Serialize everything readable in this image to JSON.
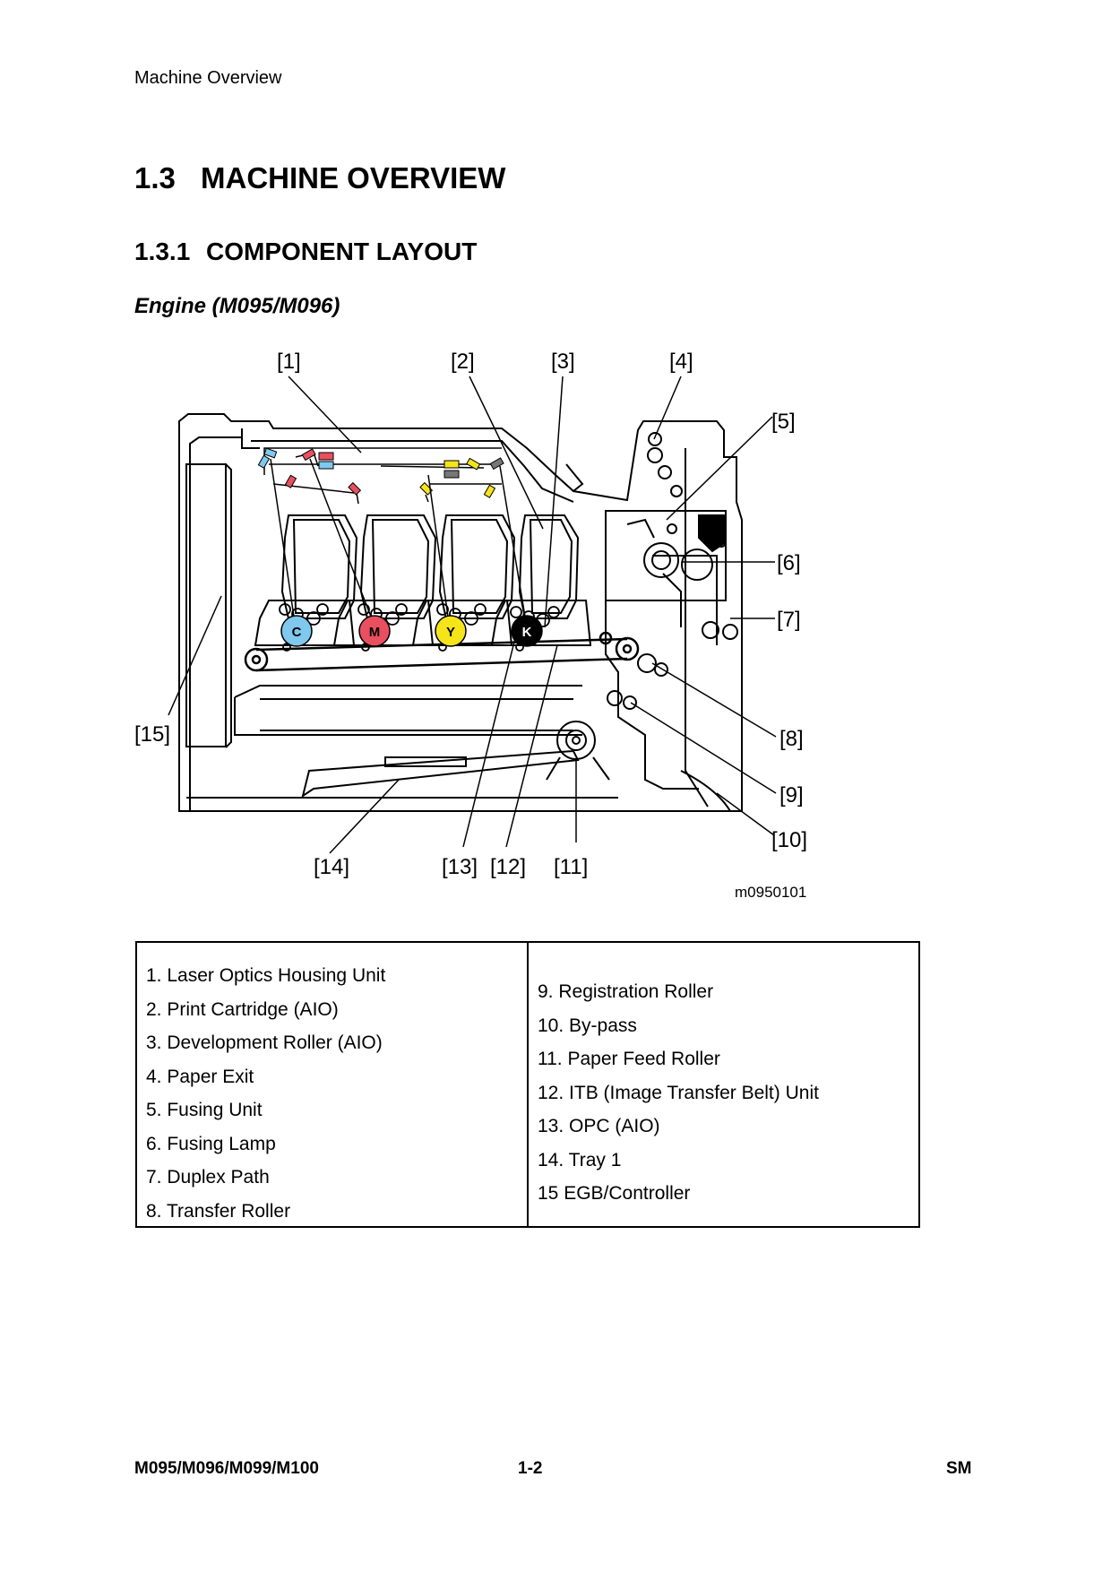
{
  "header": {
    "running_title": "Machine Overview"
  },
  "section": {
    "number": "1.3",
    "title": "MACHINE OVERVIEW"
  },
  "subsection": {
    "number": "1.3.1",
    "title": "COMPONENT LAYOUT"
  },
  "figure": {
    "caption": "Engine (M095/M096)",
    "figure_id": "m0950101",
    "callouts": [
      "[1]",
      "[2]",
      "[3]",
      "[4]",
      "[5]",
      "[6]",
      "[7]",
      "[8]",
      "[9]",
      "[10]",
      "[11]",
      "[12]",
      "[13]",
      "[14]",
      "[15]"
    ],
    "toner_letters": [
      "C",
      "M",
      "Y",
      "K"
    ],
    "toner_colors": [
      "#7fc8ee",
      "#e8505f",
      "#f5e41a",
      "#000000"
    ]
  },
  "legend": {
    "left": [
      "1. Laser Optics Housing Unit",
      "2. Print Cartridge (AIO)",
      "3. Development Roller (AIO)",
      "4. Paper Exit",
      "5. Fusing Unit",
      "6. Fusing Lamp",
      "7. Duplex Path",
      "8. Transfer Roller"
    ],
    "right": [
      "9. Registration Roller",
      "10. By-pass",
      "11. Paper Feed Roller",
      "12. ITB (Image Transfer Belt) Unit",
      "13. OPC (AIO)",
      "14. Tray 1",
      "15 EGB/Controller"
    ]
  },
  "footer": {
    "models": "M095/M096/M099/M100",
    "page": "1-2",
    "code": "SM"
  }
}
